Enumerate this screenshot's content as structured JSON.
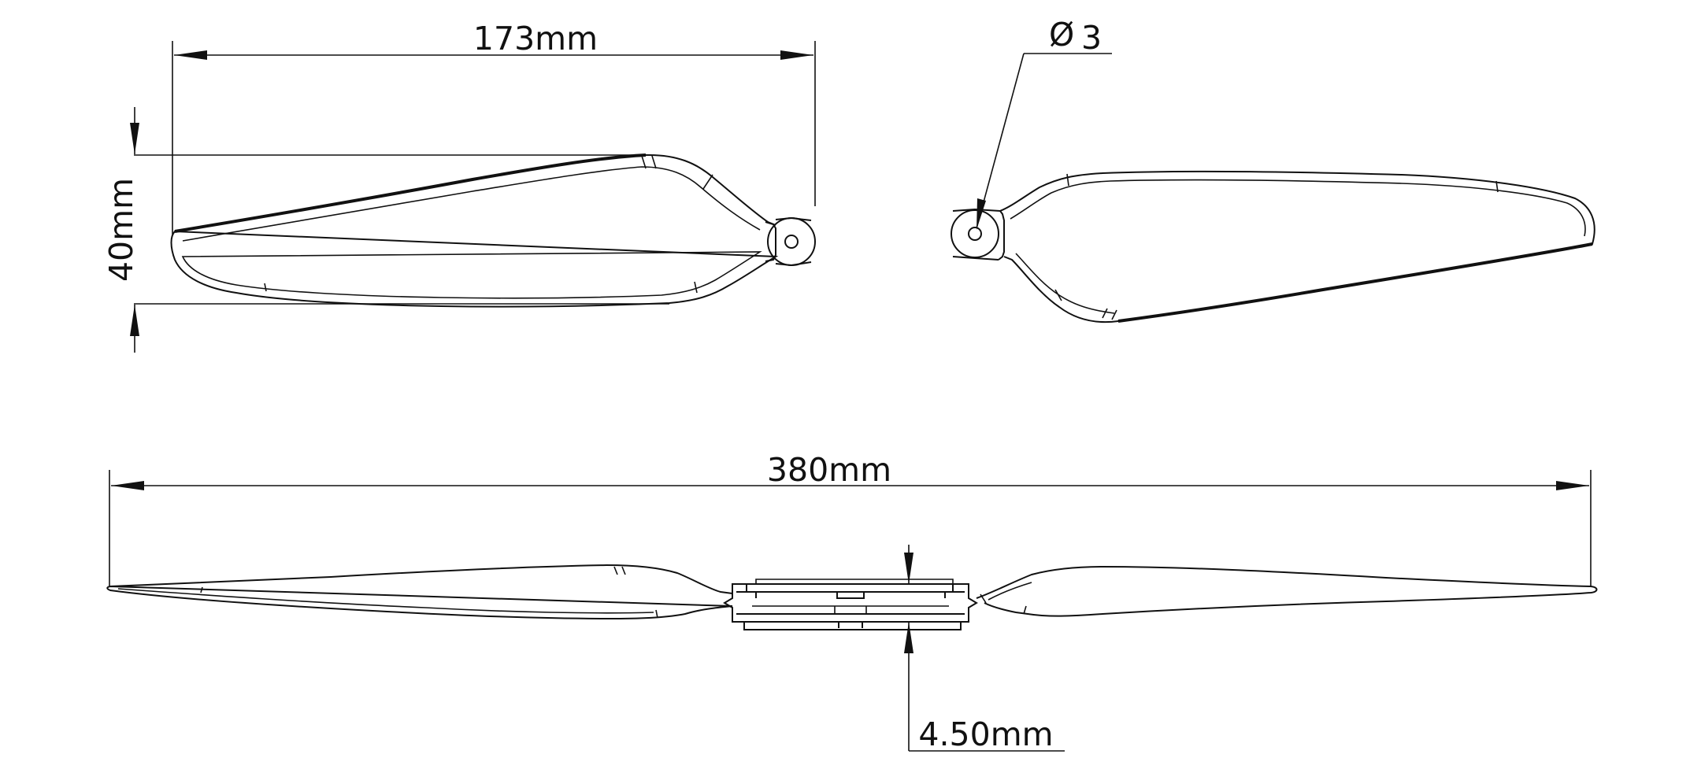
{
  "dimensions": {
    "blade_length": "173mm",
    "blade_width": "40mm",
    "hole_diameter_symbol": "Ø",
    "hole_diameter_value": "3",
    "total_span": "380mm",
    "thickness": "4.50mm"
  },
  "colors": {
    "line": "#111111",
    "background": "#ffffff"
  }
}
